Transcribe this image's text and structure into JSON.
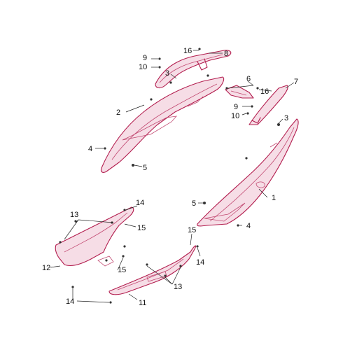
{
  "colors": {
    "part_outline": "#b31e4f",
    "part_fill": "#f6dde6",
    "leader": "#222222",
    "text": "#111111"
  },
  "callouts": [
    {
      "id": "c1",
      "label": "1"
    },
    {
      "id": "c2",
      "label": "2"
    },
    {
      "id": "c3",
      "label": "3"
    },
    {
      "id": "c3b",
      "label": "3"
    },
    {
      "id": "c4",
      "label": "4"
    },
    {
      "id": "c4b",
      "label": "4"
    },
    {
      "id": "c5",
      "label": "5"
    },
    {
      "id": "c5b",
      "label": "5"
    },
    {
      "id": "c6",
      "label": "6"
    },
    {
      "id": "c7",
      "label": "7"
    },
    {
      "id": "c8",
      "label": "8"
    },
    {
      "id": "c9",
      "label": "9"
    },
    {
      "id": "c9b",
      "label": "9"
    },
    {
      "id": "c10",
      "label": "10"
    },
    {
      "id": "c10b",
      "label": "10"
    },
    {
      "id": "c11",
      "label": "11"
    },
    {
      "id": "c12",
      "label": "12"
    },
    {
      "id": "c13",
      "label": "13"
    },
    {
      "id": "c13b",
      "label": "13"
    },
    {
      "id": "c14",
      "label": "14"
    },
    {
      "id": "c14b",
      "label": "14"
    },
    {
      "id": "c14c",
      "label": "14"
    },
    {
      "id": "c15",
      "label": "15"
    },
    {
      "id": "c15b",
      "label": "15"
    },
    {
      "id": "c15c",
      "label": "15"
    },
    {
      "id": "c16",
      "label": "16"
    },
    {
      "id": "c16b",
      "label": "16"
    }
  ]
}
